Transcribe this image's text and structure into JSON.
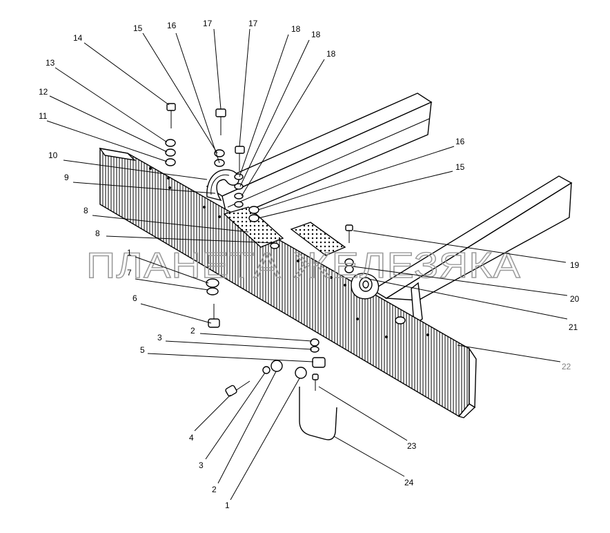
{
  "watermark": "ПЛАНЕТА ЖЕЛЕЗЯКА",
  "callouts": [
    "14",
    "15",
    "16",
    "17",
    "17",
    "18",
    "18",
    "18",
    "13",
    "12",
    "11",
    "10",
    "9",
    "16",
    "15",
    "8",
    "8",
    "19",
    "1",
    "7",
    "20",
    "6",
    "21",
    "2",
    "3",
    "22",
    "5",
    "4",
    "3",
    "23",
    "2",
    "24",
    "1"
  ]
}
